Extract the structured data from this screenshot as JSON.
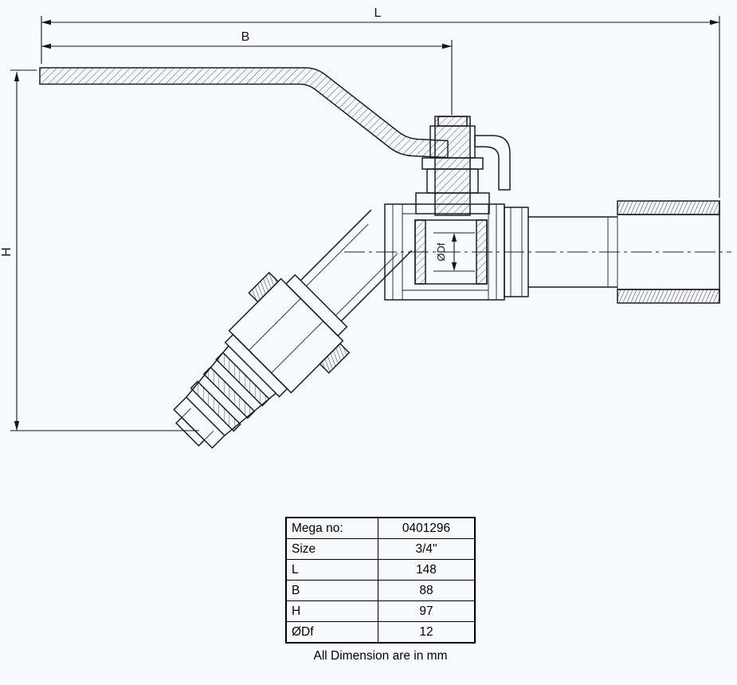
{
  "dimensions": {
    "L": "L",
    "B": "B",
    "H": "H",
    "bore": "ØDf"
  },
  "spec_table": {
    "rows": [
      {
        "label": "Mega no:",
        "value": "0401296"
      },
      {
        "label": "Size",
        "value": "3/4\""
      },
      {
        "label": "L",
        "value": "148"
      },
      {
        "label": "B",
        "value": "88"
      },
      {
        "label": "H",
        "value": "97"
      },
      {
        "label": "ØDf",
        "value": "12"
      }
    ],
    "note": "All Dimension are in mm"
  }
}
